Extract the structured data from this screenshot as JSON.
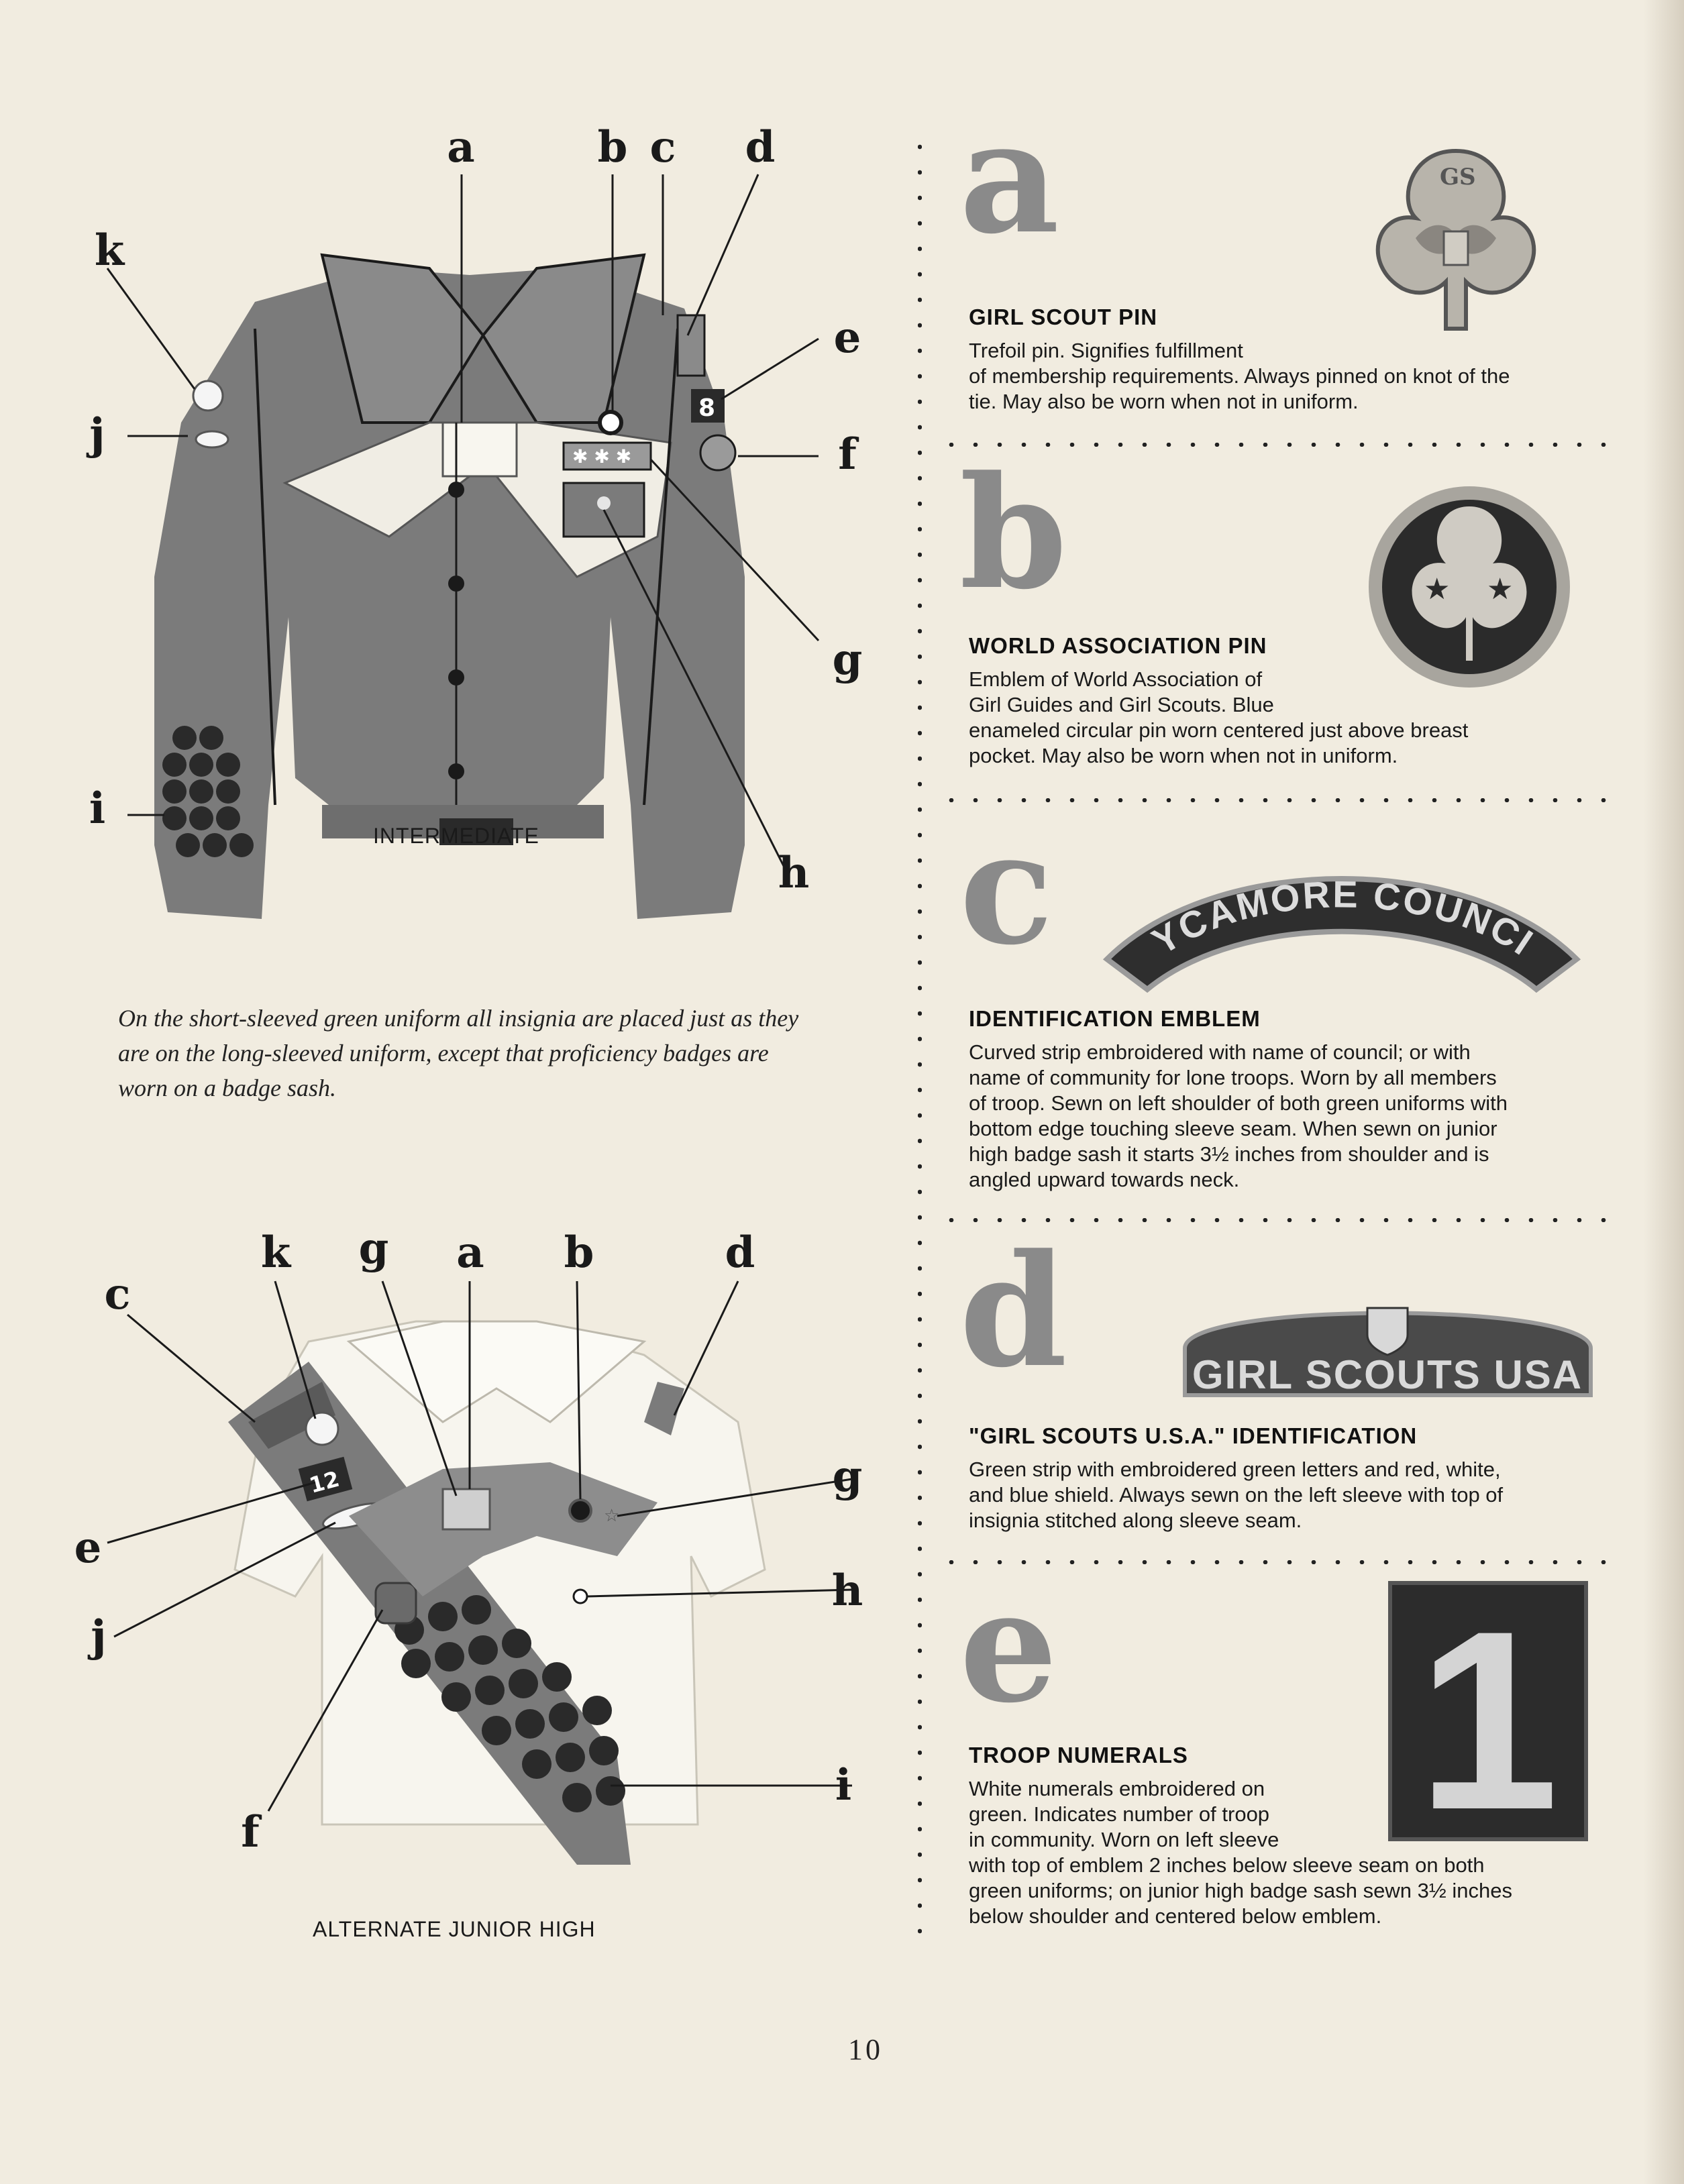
{
  "top_illustration": {
    "caption": "INTERMEDIATE",
    "labels": [
      "a",
      "b",
      "c",
      "d",
      "e",
      "f",
      "g",
      "h",
      "i",
      "j",
      "k"
    ]
  },
  "note": "On the short-sleeved green uniform all insignia are placed just as they are on the long-sleeved uniform, except that proficiency badges are worn on a badge sash.",
  "bottom_illustration": {
    "caption": "ALTERNATE JUNIOR HIGH",
    "labels": [
      "c",
      "k",
      "g",
      "a",
      "b",
      "d",
      "g",
      "e",
      "j",
      "h",
      "i",
      "f"
    ],
    "troop_number": "12"
  },
  "sections": [
    {
      "letter": "a",
      "title": "GIRL SCOUT PIN",
      "lines": [
        "Trefoil pin. Signifies fulfillment",
        "of membership requirements. Always pinned on knot of the",
        "tie. May also be worn when not in uniform."
      ],
      "image_text": "GS"
    },
    {
      "letter": "b",
      "title": "WORLD ASSOCIATION PIN",
      "lines": [
        "Emblem of World Association of",
        "Girl Guides and Girl Scouts. Blue",
        "enameled circular pin worn centered just above breast",
        "pocket. May also be worn when not in uniform."
      ]
    },
    {
      "letter": "c",
      "title": "IDENTIFICATION EMBLEM",
      "lines": [
        "Curved strip embroidered with name of council; or with",
        "name of community for lone troops. Worn by all members",
        "of troop. Sewn on left shoulder of both green uniforms with",
        "bottom edge touching sleeve seam. When sewn on junior",
        "high badge sash it starts 3½ inches from shoulder and is",
        "angled upward towards neck."
      ],
      "image_text": "SYCAMORE COUNCIL"
    },
    {
      "letter": "d",
      "title": "\"GIRL SCOUTS U.S.A.\" IDENTIFICATION",
      "lines": [
        "Green strip with embroidered green letters and red, white,",
        "and blue shield. Always sewn on the left sleeve with top of",
        "insignia stitched along sleeve seam."
      ],
      "image_text": "GIRL SCOUTS USA"
    },
    {
      "letter": "e",
      "title": "TROOP NUMERALS",
      "lines": [
        "White numerals embroidered on",
        "green. Indicates number of troop",
        "in community. Worn on left sleeve",
        "with top of emblem 2 inches below sleeve seam on both",
        "green uniforms; on junior high badge sash sewn 3½ inches",
        "below shoulder and centered below emblem."
      ],
      "image_text": "1"
    }
  ],
  "page_number": "10",
  "colors": {
    "paper": "#f1ece0",
    "uniform_green": "#7b7b7b",
    "ink": "#1a1a1a",
    "letter_gray": "#8a8a8a"
  }
}
